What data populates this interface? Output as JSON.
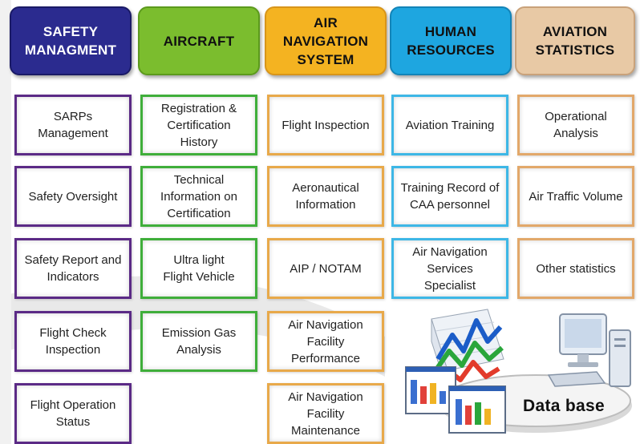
{
  "columns": [
    {
      "header": "SAFETY\nMANAGMENT",
      "colors": {
        "bg": "#2b2b8f",
        "text": "#ffffff",
        "border": "#5b2a86"
      },
      "items": [
        "SARPs\nManagement",
        "Safety Oversight",
        "Safety Report and\nIndicators",
        "Flight Check\nInspection",
        "Flight Operation\nStatus"
      ]
    },
    {
      "header": "AIRCRAFT",
      "colors": {
        "bg": "#7bbd2e",
        "text": "#111111",
        "border": "#3fae3a"
      },
      "items": [
        "Registration &\nCertification\nHistory",
        "Technical\nInformation on\nCertification",
        "Ultra light\nFlight Vehicle",
        "Emission Gas\nAnalysis"
      ]
    },
    {
      "header": "AIR\nNAVIGATION\nSYSTEM",
      "colors": {
        "bg": "#f4b321",
        "text": "#111111",
        "border": "#e8a94a"
      },
      "items": [
        "Flight Inspection",
        "Aeronautical\nInformation",
        "AIP / NOTAM",
        "Air Navigation\nFacility\nPerformance",
        "Air Navigation\nFacility\nMaintenance"
      ]
    },
    {
      "header": "HUMAN\nRESOURCES",
      "colors": {
        "bg": "#1ea6e0",
        "text": "#111111",
        "border": "#3db7e6"
      },
      "items": [
        "Aviation Training",
        "Training Record of\nCAA personnel",
        "Air Navigation\nServices\nSpecialist"
      ]
    },
    {
      "header": "AVIATION\nSTATISTICS",
      "colors": {
        "bg": "#e8c9a5",
        "text": "#111111",
        "border": "#e2a86a"
      },
      "items": [
        "Operational\nAnalysis",
        "Air Traffic Volume",
        "Other statistics"
      ]
    }
  ],
  "database": {
    "label": "Data base",
    "icon": "database-computer-chart-icon"
  }
}
